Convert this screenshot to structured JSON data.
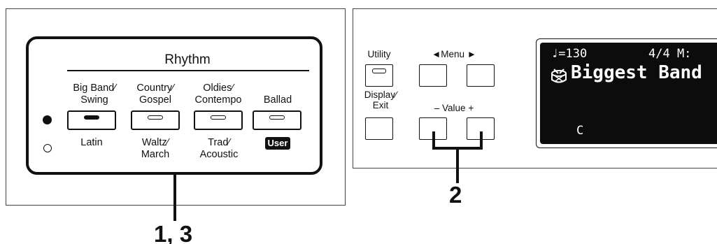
{
  "left_panel": {
    "section_title": "Rhythm",
    "buttons": [
      {
        "top_label": "Big Band∕\nSwing",
        "bottom_label": "Latin",
        "lit": true
      },
      {
        "top_label": "Country∕\nGospel",
        "bottom_label": "Waltz∕\nMarch",
        "lit": false
      },
      {
        "top_label": "Oldies∕\nContempo",
        "bottom_label": "Trad∕\nAcoustic",
        "lit": false
      },
      {
        "top_label": "Ballad",
        "bottom_label": "User",
        "lit": false
      }
    ],
    "callout": "1, 3"
  },
  "right_panel": {
    "utility_label": "Utility",
    "menu_label": "◄Menu ►",
    "display_exit_label": "Display∕\nExit",
    "value_label": "– Value +",
    "callout": "2",
    "display": {
      "tempo": "♩=130",
      "time_signature": "4/4 M:",
      "song_icon": "drum-icon",
      "song_name": "Biggest Band",
      "chord": "C"
    }
  },
  "colors": {
    "ink": "#111111",
    "lcd_background": "#0c0c0c",
    "lcd_text": "#ffffff"
  }
}
